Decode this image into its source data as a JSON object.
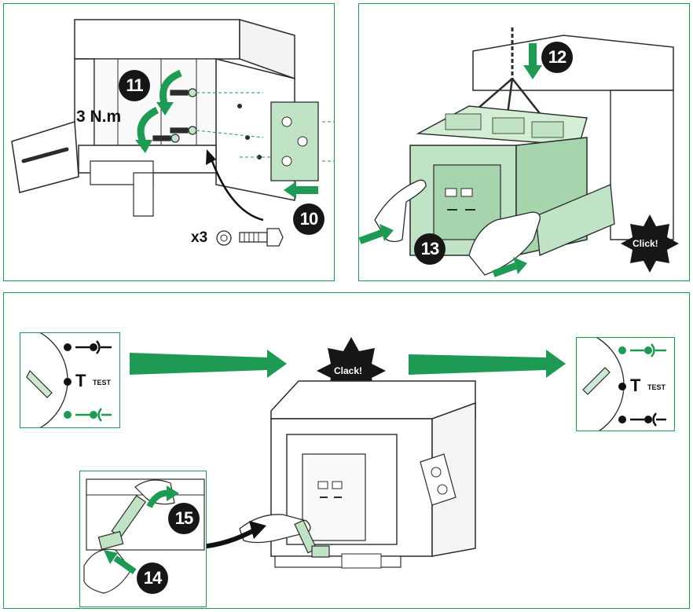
{
  "colors": {
    "accent": "#1f9a54",
    "panel_fill": "#bfe3c4",
    "badge": "#161616",
    "line": "#2b2b2b"
  },
  "panel_top_left": {
    "torque_label": "3 N.m",
    "quantity_label": "x3",
    "step_a": "11",
    "step_b": "10",
    "icons": [
      "screw-icon",
      "washer-icon",
      "curved-arrow-icon"
    ]
  },
  "panel_top_right": {
    "step_a": "12",
    "step_b": "13",
    "sound_label": "Click!",
    "icons": [
      "lifting-chain-icon",
      "hand-icon",
      "push-arrow-icon"
    ]
  },
  "panel_bottom": {
    "sound_label": "Clack!",
    "indicator_left": {
      "test_letter": "T",
      "test_word": "TEST"
    },
    "indicator_right": {
      "test_letter": "T",
      "test_word": "TEST"
    },
    "inset": {
      "step_a": "15",
      "step_b": "14"
    },
    "icons": [
      "racking-handle-icon",
      "position-indicator-icon",
      "connected-symbol-icon",
      "disconnected-symbol-icon"
    ]
  }
}
